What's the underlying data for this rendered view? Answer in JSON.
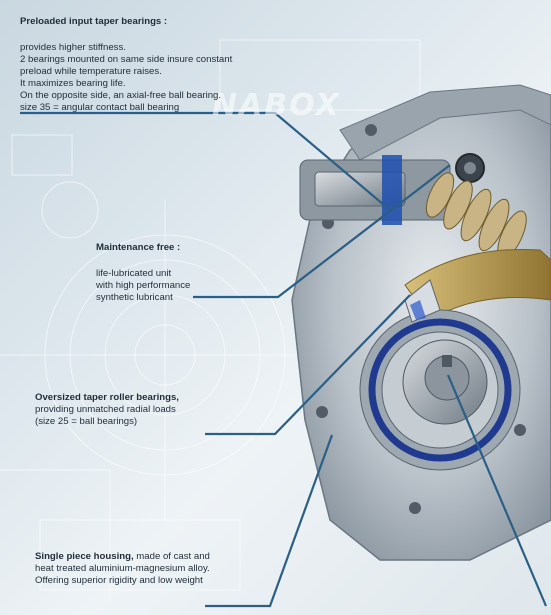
{
  "watermark": "NABOX",
  "callouts": [
    {
      "title": "Preloaded input taper bearings :",
      "lines": [
        "provides higher stiffness.",
        "2 bearings mounted on same side insure constant",
        "preload while temperature raises.",
        "It maximizes bearing life.",
        "On the opposite side, an axial-free ball bearing.",
        "size 35 = angular contact ball bearing"
      ]
    },
    {
      "title": "Maintenance free :",
      "lines": [
        "life-lubricated unit",
        "with high performance",
        "synthetic lubricant"
      ]
    },
    {
      "title": "Oversized taper roller bearings,",
      "lines": [
        "providing unmatched radial loads",
        "(size 25 = ball bearings)"
      ]
    },
    {
      "title": "Single piece housing,",
      "title_rest": " made of cast and",
      "lines": [
        "heat treated aluminium-magnesium alloy.",
        "Offering superior rigidity and low weight"
      ]
    }
  ],
  "colors": {
    "leader": "#2b5f86",
    "housing": "#a9b3bb",
    "bronze": "#b99b4c",
    "bearing_ring": "#203a8f"
  }
}
